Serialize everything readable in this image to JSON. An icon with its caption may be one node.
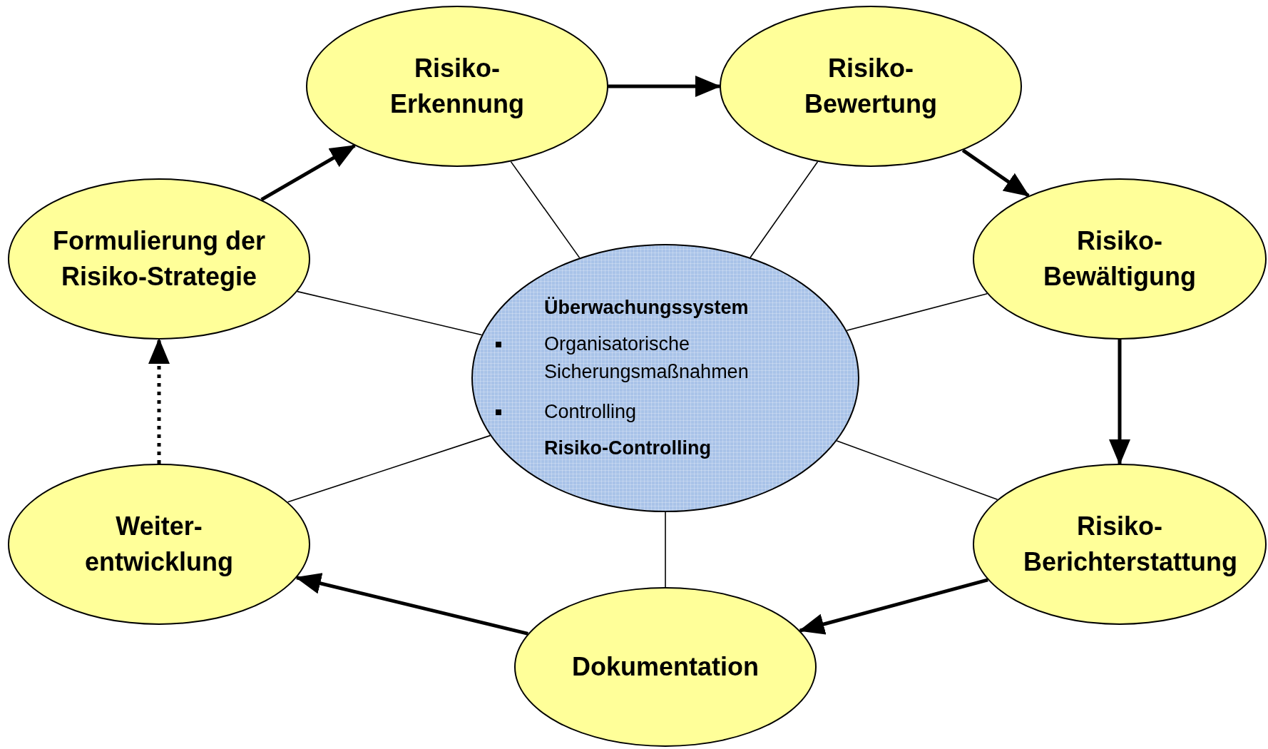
{
  "diagram": {
    "nodes": [
      {
        "text": [
          "Risiko- Erkennung"
        ]
      },
      {
        "text": [
          "Risiko- Bewertung"
        ]
      },
      {
        "text": [
          "Risiko- Bewältigung"
        ]
      },
      {
        "text": [
          "Risiko- Berichterstattung"
        ]
      },
      {
        "text": [
          "Dokumentation"
        ]
      },
      {
        "text": [
          "Weiter- entwicklung"
        ]
      },
      {
        "text": [
          "Formulierung der Risiko-Strategie"
        ]
      },
      {
        "text": [
          "Überwachungssystem",
          "Organisatorische Sicherungsmaßnahmen",
          "Controlling",
          "Risiko-Controlling"
        ]
      }
    ],
    "edges": [
      {
        "from": 0,
        "to": 1,
        "arrow": "to",
        "style": "thick"
      },
      {
        "from": 1,
        "to": 2,
        "arrow": "to",
        "style": "thick"
      },
      {
        "from": 2,
        "to": 3,
        "arrow": "to",
        "style": "thick"
      },
      {
        "from": 3,
        "to": 4,
        "arrow": "to",
        "style": "thick"
      },
      {
        "from": 4,
        "to": 5,
        "arrow": "to",
        "style": "thick"
      },
      {
        "from": 5,
        "to": 6,
        "arrow": "to",
        "style": "dashed"
      },
      {
        "from": 6,
        "to": 0,
        "arrow": "to",
        "style": "thick"
      },
      {
        "from": 7,
        "to": 0,
        "arrow": "none"
      },
      {
        "from": 7,
        "to": 1,
        "arrow": "none"
      },
      {
        "from": 7,
        "to": 2,
        "arrow": "none"
      },
      {
        "from": 7,
        "to": 3,
        "arrow": "none"
      },
      {
        "from": 7,
        "to": 4,
        "arrow": "none"
      },
      {
        "from": 7,
        "to": 5,
        "arrow": "none"
      },
      {
        "from": 7,
        "to": 6,
        "arrow": "none"
      }
    ]
  }
}
